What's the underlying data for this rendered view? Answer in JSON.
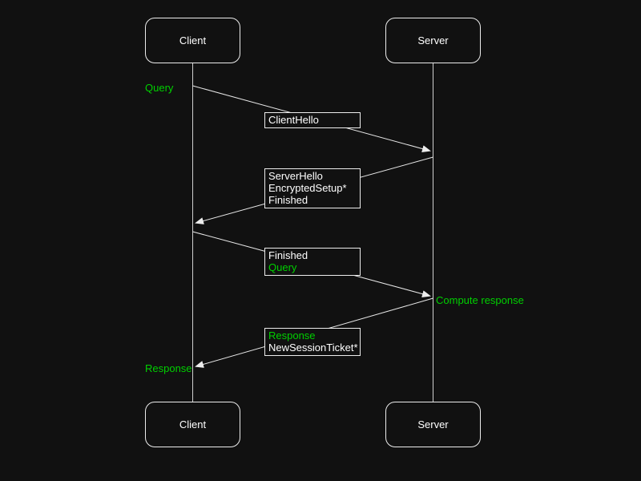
{
  "diagram": {
    "type": "sequence",
    "colors": {
      "background": "#111111",
      "stroke": "#ededed",
      "text": "#ffffff",
      "accent_green": "#00d000"
    },
    "actors": {
      "client": "Client",
      "server": "Server"
    },
    "annotations": {
      "query": {
        "text": "Query",
        "side": "left",
        "color": "#00d000"
      },
      "compute_response": {
        "text": "Compute response",
        "side": "right",
        "color": "#00d000"
      },
      "response": {
        "text": "Response",
        "side": "left",
        "color": "#00d000"
      }
    },
    "messages": [
      {
        "from": "Client",
        "to": "Server",
        "lines": [
          {
            "text": "ClientHello",
            "color": "#ffffff"
          }
        ]
      },
      {
        "from": "Server",
        "to": "Client",
        "lines": [
          {
            "text": "ServerHello",
            "color": "#ffffff"
          },
          {
            "text": "EncryptedSetup*",
            "color": "#ffffff"
          },
          {
            "text": "Finished",
            "color": "#ffffff"
          }
        ]
      },
      {
        "from": "Client",
        "to": "Server",
        "lines": [
          {
            "text": "Finished",
            "color": "#ffffff"
          },
          {
            "text": "Query",
            "color": "#00d000"
          }
        ]
      },
      {
        "from": "Server",
        "to": "Client",
        "lines": [
          {
            "text": "Response",
            "color": "#00d000"
          },
          {
            "text": "NewSessionTicket*",
            "color": "#ffffff"
          }
        ]
      }
    ]
  }
}
